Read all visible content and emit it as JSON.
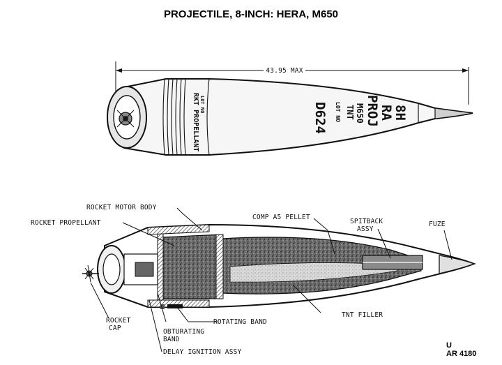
{
  "title": "PROJECTILE, 8-INCH:  HERA, M650",
  "dimension": "43.95 MAX",
  "stencil": {
    "line1": "8H",
    "line2": "RA",
    "line3": "PROJ",
    "line4": "M650",
    "line5": "TNT",
    "lot_label": "LOT NO",
    "lot_number": "D624",
    "propellant": "RKT PROPELLANT",
    "propellant_lot": "LOT NO"
  },
  "labels": {
    "rocket_motor_body": "ROCKET MOTOR BODY",
    "rocket_propellant": "ROCKET PROPELLANT",
    "comp_a5_pellet": "COMP A5 PELLET",
    "spitback_line1": "SPITBACK",
    "spitback_line2": "ASSY",
    "fuze": "FUZE",
    "rocket_cap_line1": "ROCKET",
    "rocket_cap_line2": "CAP",
    "rotating_band": "ROTATING BAND",
    "obturating_line1": "OBTURATING",
    "obturating_line2": "BAND",
    "tnt_filler": "TNT FILLER",
    "delay_ignition": "DELAY IGNITION ASSY"
  },
  "figure_code": {
    "line1": "U",
    "line2": "AR 4180"
  }
}
